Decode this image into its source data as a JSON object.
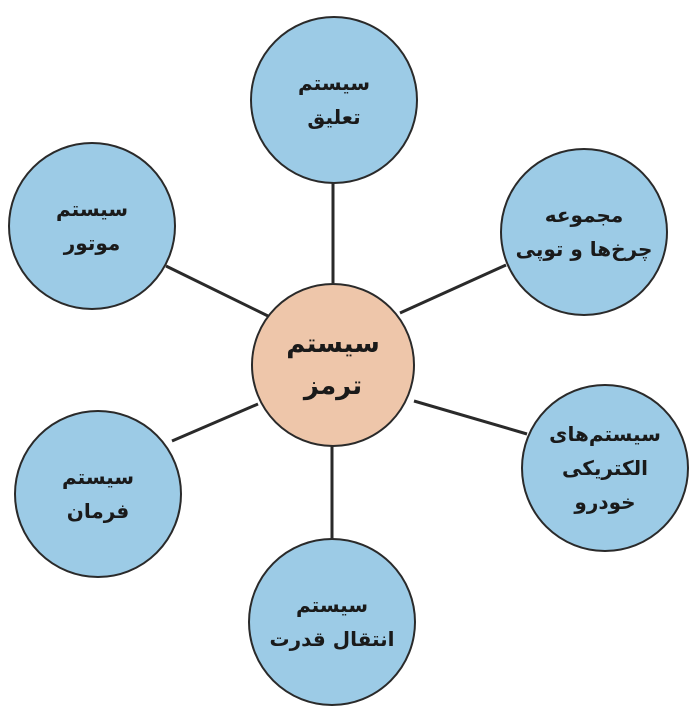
{
  "center": {
    "lines": [
      "سیستم",
      "ترمز"
    ],
    "color": "#eec6aa"
  },
  "nodes": [
    {
      "id": "suspension",
      "lines": [
        "سیستم",
        "تعلیق"
      ]
    },
    {
      "id": "wheels",
      "lines": [
        "مجموعه",
        "چرخ‌ها و توپی"
      ]
    },
    {
      "id": "electrical",
      "lines": [
        "سیستم‌های",
        "الکتریکی",
        "خودرو"
      ]
    },
    {
      "id": "transmission",
      "lines": [
        "سیستم",
        "انتقال قدرت"
      ]
    },
    {
      "id": "steering",
      "lines": [
        "سیستم",
        "فرمان"
      ]
    },
    {
      "id": "engine",
      "lines": [
        "سیستم",
        "موتور"
      ]
    }
  ],
  "colors": {
    "outer_fill": "#9ccbe6",
    "center_fill": "#eec6aa",
    "stroke": "#2a2a2a"
  }
}
